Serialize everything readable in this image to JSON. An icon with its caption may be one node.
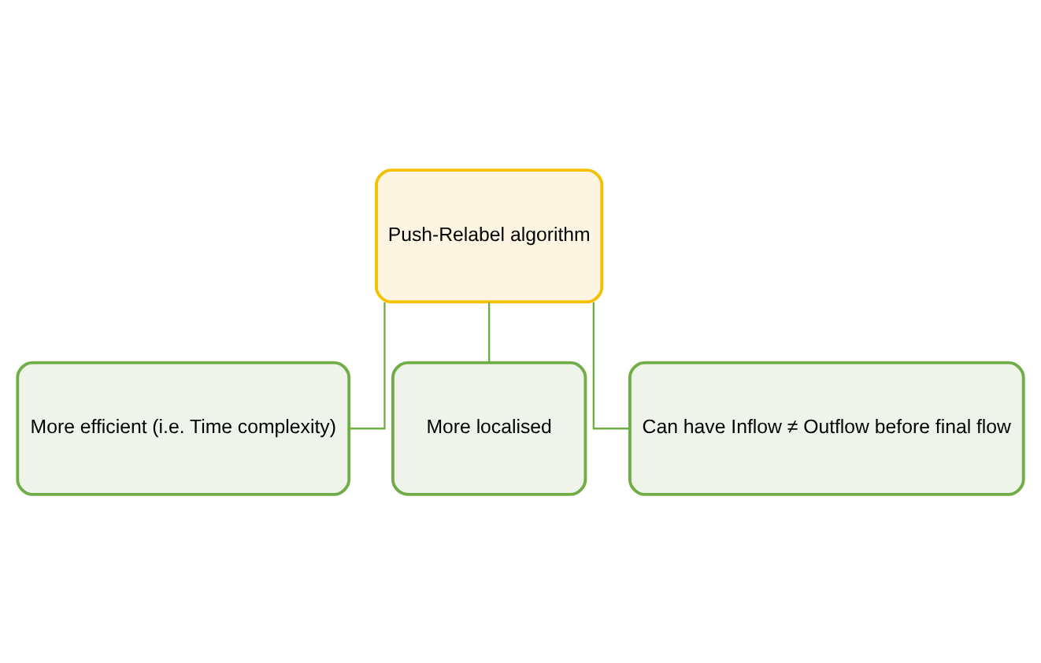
{
  "diagram": {
    "nodes": [
      {
        "text": [
          "Push-Relabel algorithm"
        ]
      },
      {
        "text": [
          "More efficient (i.e. Time complexity)"
        ]
      },
      {
        "text": [
          "More localised"
        ]
      },
      {
        "text": [
          "Can have Inflow ≠ Outflow before final flow"
        ]
      }
    ],
    "edges": [
      {
        "from": 0,
        "to": 1,
        "arrow": "none"
      },
      {
        "from": 0,
        "to": 2,
        "arrow": "none"
      },
      {
        "from": 0,
        "to": 3,
        "arrow": "none"
      }
    ]
  }
}
